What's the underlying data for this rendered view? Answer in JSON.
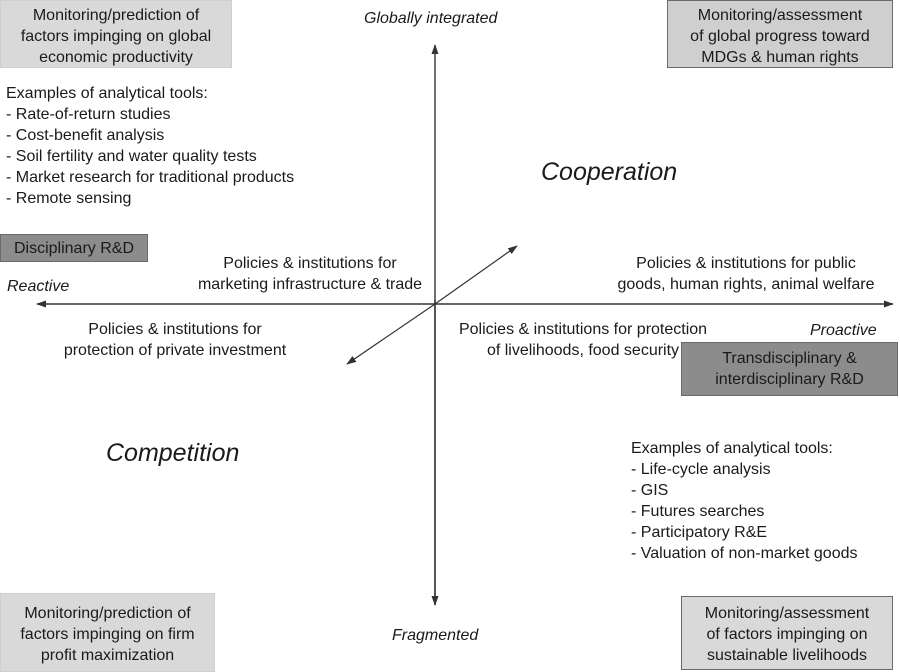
{
  "corners": {
    "top_left": [
      "Monitoring/prediction of",
      "factors impinging on global",
      "economic productivity"
    ],
    "top_right": [
      "Monitoring/assessment",
      "of global progress toward",
      "MDGs & human rights"
    ],
    "bottom_left": [
      "Monitoring/prediction of",
      "factors impinging on firm",
      "profit maximization"
    ],
    "bottom_right": [
      "Monitoring/assessment",
      "of factors impinging on",
      "sustainable livelihoods"
    ]
  },
  "axes": {
    "top": "Globally integrated",
    "bottom": "Fragmented",
    "left": "Reactive",
    "right": "Proactive"
  },
  "quadrants": {
    "cooperation": "Cooperation",
    "competition": "Competition"
  },
  "rd_boxes": {
    "disciplinary": "Disciplinary R&D",
    "transdisciplinary": [
      "Transdisciplinary  &",
      "interdisciplinary R&D"
    ]
  },
  "policies": {
    "upper_left": [
      "Policies & institutions for",
      "marketing infrastructure & trade"
    ],
    "upper_right": [
      "Policies & institutions for public",
      "goods, human rights, animal welfare"
    ],
    "lower_left": [
      "Policies & institutions for",
      "protection of private investment"
    ],
    "lower_right": [
      "Policies & institutions for protection",
      "of livelihoods, food security"
    ]
  },
  "tools_top_left": {
    "heading": "Examples of analytical tools:",
    "items": [
      "- Rate-of-return studies",
      "- Cost-benefit analysis",
      "- Soil fertility and water quality tests",
      "- Market research for traditional products",
      "- Remote sensing"
    ]
  },
  "tools_bottom_right": {
    "heading": "Examples of analytical tools:",
    "items": [
      "- Life-cycle analysis",
      "- GIS",
      "- Futures searches",
      "- Participatory R&E",
      "- Valuation of non-market goods"
    ]
  }
}
